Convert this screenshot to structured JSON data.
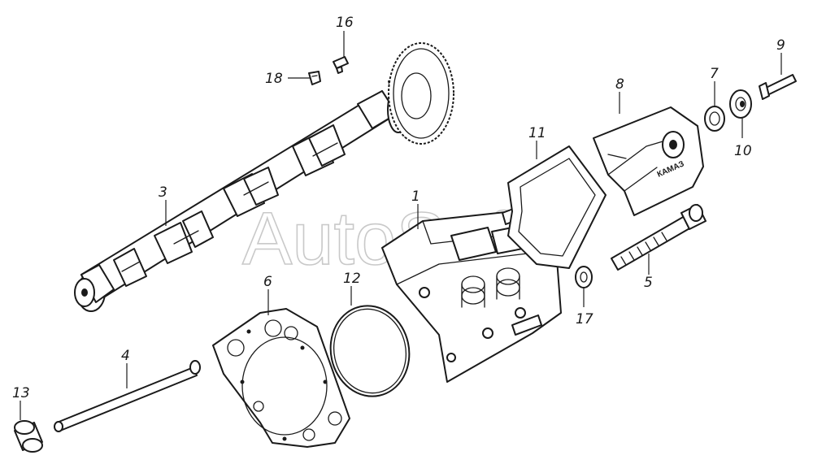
{
  "watermark": "AutoSoft",
  "cover_logo": "КАМАЗ",
  "part_labels": [
    "1",
    "3",
    "4",
    "5",
    "6",
    "7",
    "8",
    "9",
    "10",
    "11",
    "12",
    "13",
    "16",
    "17",
    "18"
  ],
  "icons": {
    "camshaft": "camshaft-icon",
    "cylinder_head": "cylinder-head-icon",
    "head_gasket": "head-gasket-icon",
    "cover": "valve-cover-icon"
  }
}
